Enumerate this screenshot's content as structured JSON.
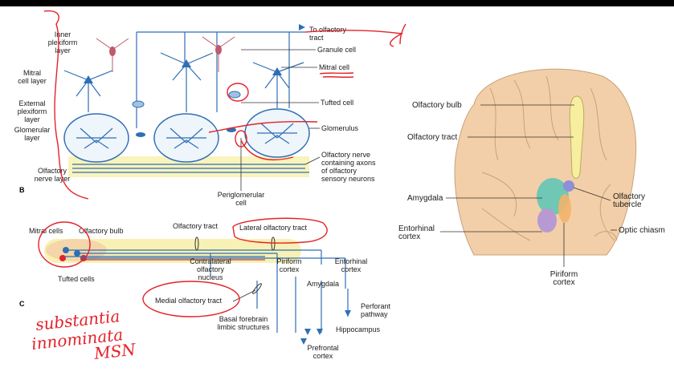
{
  "panel_b": {
    "label": "B",
    "left_labels": [
      "Inner\nplexiform\nlayer",
      "Mitral\ncell layer",
      "External\nplexiform\nlayer",
      "Glomerular\nlayer",
      "Olfactory\nnerve layer"
    ],
    "right_labels": [
      "To olfactory\ntract",
      "Granule cell",
      "Mitral cell",
      "Tufted cell",
      "Glomerulus",
      "Olfactory nerve\ncontaining axons\nof olfactory\nsensory neurons"
    ],
    "bottom_label": "Periglomerular\ncell"
  },
  "panel_c": {
    "label": "C",
    "labels": {
      "mitral_cells": "Mitral cells",
      "olfactory_bulb": "Olfactory bulb",
      "olfactory_tract": "Olfactory tract",
      "lateral_olfactory_tract": "Lateral olfactory tract",
      "tufted_cells": "Tufted cells",
      "contralateral_nucleus": "Contralateral\nolfactory\nnucleus",
      "piriform_cortex": "Piriform\ncortex",
      "entorhinal_cortex": "Entorhinal\ncortex",
      "amygdala": "Amygdala",
      "medial_olfactory_tract": "Medial olfactory tract",
      "basal_forebrain": "Basal forebrain\nlimbic structures",
      "perforant_pathway": "Perforant\npathway",
      "hippocampus": "Hippocampus",
      "prefrontal_cortex": "Prefrontal\ncortex"
    }
  },
  "brain": {
    "left_labels": [
      "Olfactory bulb",
      "Olfactory tract",
      "Amygdala",
      "Entorhinal\ncortex"
    ],
    "right_labels": [
      "Olfactory\ntubercle",
      "Optic chiasm"
    ],
    "bottom_label": "Piriform\ncortex"
  },
  "handwriting": {
    "line1": "substantia",
    "line2": "innominata",
    "line3": "MSN"
  },
  "colors": {
    "annotation_red": "#e5222a",
    "neuron_blue": "#2f6fb4",
    "brain_tan": "#f2cfa8",
    "tract_yellow": "#f7eea0",
    "amygdala_teal": "#6fc7b4",
    "piriform_orange": "#f2b36a",
    "entorhinal_purple": "#b79ad2"
  }
}
